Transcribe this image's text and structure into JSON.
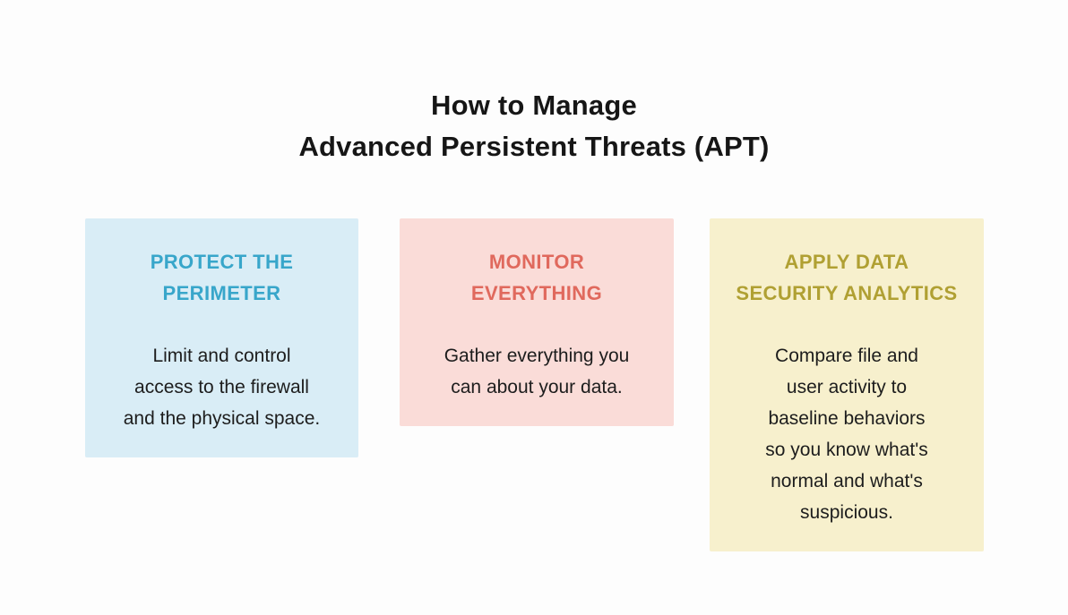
{
  "page": {
    "background_color": "#fdfdfd",
    "title": "How to Manage\nAdvanced Persistent Threats (APT)",
    "title_color": "#161616",
    "body_text_color": "#1d1d1d"
  },
  "cards": [
    {
      "heading": "PROTECT THE\nPERIMETER",
      "body": "Limit and control\naccess to the firewall\nand the physical space.",
      "background_color": "#d9edf6",
      "heading_color": "#38a6ca"
    },
    {
      "heading": "MONITOR\nEVERYTHING",
      "body": "Gather everything you\ncan about your data.",
      "background_color": "#fadcd8",
      "heading_color": "#e0695d"
    },
    {
      "heading": "APPLY DATA\nSECURITY ANALYTICS",
      "body": "Compare file and\nuser activity to\nbaseline behaviors\nso you know what's\nnormal and what's\nsuspicious.",
      "background_color": "#f7f0cd",
      "heading_color": "#b0a033"
    }
  ]
}
